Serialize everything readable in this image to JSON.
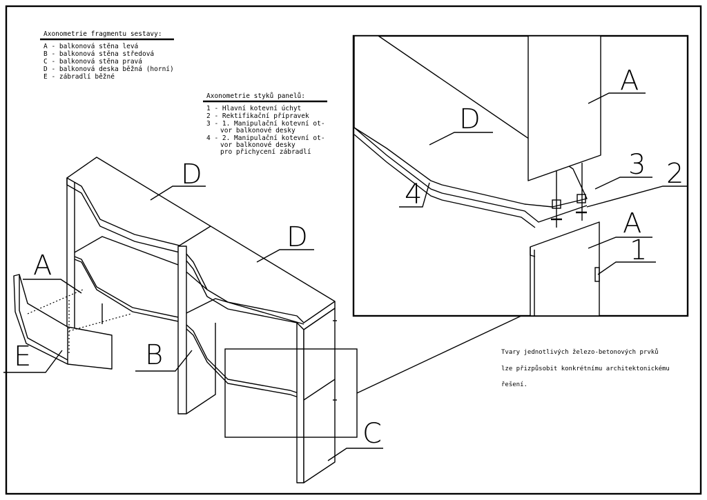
{
  "legend_assembly": {
    "title": "Axonometrie fragmentu sestavy:",
    "items": [
      "A - balkonová stěna levá",
      "B - balkonová stěna středová",
      "C - balkonová stěna pravá",
      "D - balkonová deska běžná (horní)",
      "E - zábradlí běžné"
    ]
  },
  "legend_joints": {
    "title": "Axonometrie styků panelů:",
    "items": [
      "1 - Hlavní kotevní úchyt",
      "2 - Rektifikační přípravek",
      "3 - 1. Manipulační kotevní ot-",
      "vor balkonové desky",
      "4 - 2. Manipulační kotevní ot-",
      "vor balkonové desky",
      "pro přichycení zábradlí"
    ]
  },
  "labels": {
    "d1": "D",
    "d2": "D",
    "a": "A",
    "e": "E",
    "b": "B",
    "c": "C",
    "detail_d": "D",
    "detail_a_top": "A",
    "detail_a_bottom": "A",
    "detail_1": "1",
    "detail_2": "2",
    "detail_3": "3",
    "detail_4": "4"
  },
  "note": [
    "Tvary jednotlivých železo-betonových prvků",
    "lze přizpůsobit konkrétnímu architektonickému",
    "řešení."
  ]
}
